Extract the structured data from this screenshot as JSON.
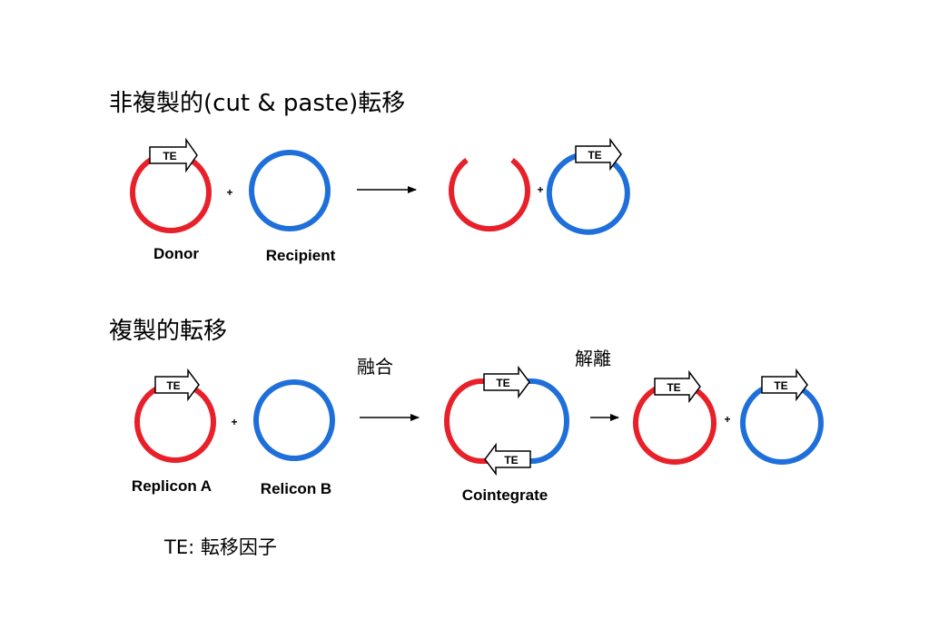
{
  "colors": {
    "donor": "#e8202a",
    "recipient": "#1f6fdb",
    "ink": "#000000"
  },
  "te_label": "TE",
  "plus": "+",
  "section1": {
    "title": "非複製的(cut & paste)転移",
    "donor_label": "Donor",
    "recipient_label": "Recipient"
  },
  "section2": {
    "title": "複製的転移",
    "fusion_label": "融合",
    "resolution_label": "解離",
    "replicon_a_label": "Replicon A",
    "replicon_b_label": "Relicon B",
    "cointegrate_label": "Cointegrate"
  },
  "legend": "TE: 転移因子"
}
